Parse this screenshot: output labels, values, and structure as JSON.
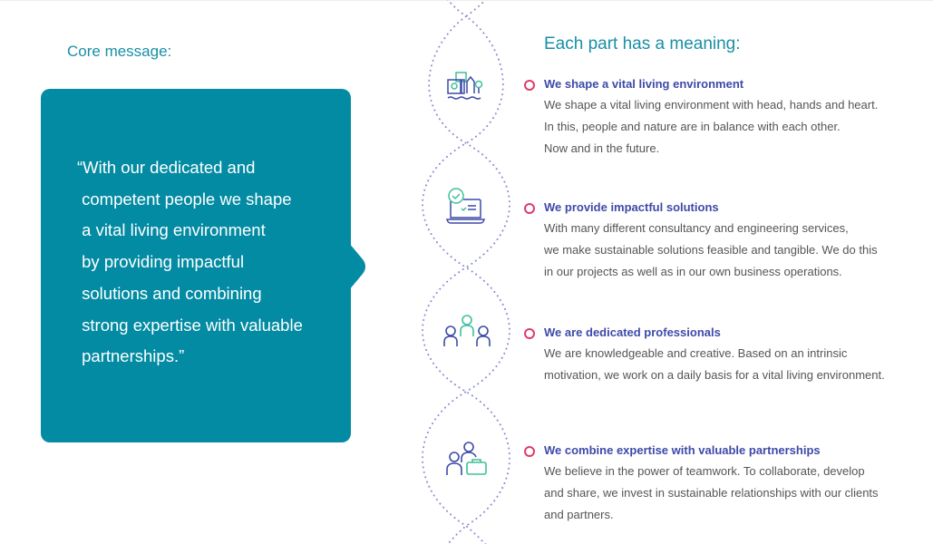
{
  "left": {
    "label": "Core message:",
    "quote": "“With our dedicated and\n competent people we shape\n a vital living environment\n by providing impactful\n solutions and combining\n strong expertise with valuable\n partnerships.”"
  },
  "right": {
    "heading": "Each part has a meaning:",
    "items": [
      {
        "title": "We shape a vital living environment",
        "text": "We shape a vital living environment with head, hands and heart.",
        "text2": "In this, people and nature are in balance with each other.",
        "text3": "Now and in the future.",
        "icon": "city-nature-icon"
      },
      {
        "title": "We provide impactful solutions",
        "text": "With many different consultancy and engineering services,",
        "text2": "we make sustainable solutions feasible and tangible. We do this",
        "text3": "in our projects as well as in our own business operations.",
        "icon": "laptop-check-icon"
      },
      {
        "title": "We are dedicated professionals",
        "text": "We are knowledgeable and creative. Based on an intrinsic",
        "text2": "motivation, we work on a daily basis for a vital living environment.",
        "icon": "people-group-icon"
      },
      {
        "title": "We combine expertise with valuable partnerships",
        "text": "We believe in the power of teamwork. To collaborate, develop",
        "text2": "and share, we invest in sustainable relationships with our clients",
        "text3": "and partners.",
        "icon": "people-briefcase-icon"
      }
    ]
  },
  "colors": {
    "teal": "#038ba3",
    "indigo": "#3d4aa8",
    "green": "#3fbf9a",
    "pink": "#e03c68"
  }
}
